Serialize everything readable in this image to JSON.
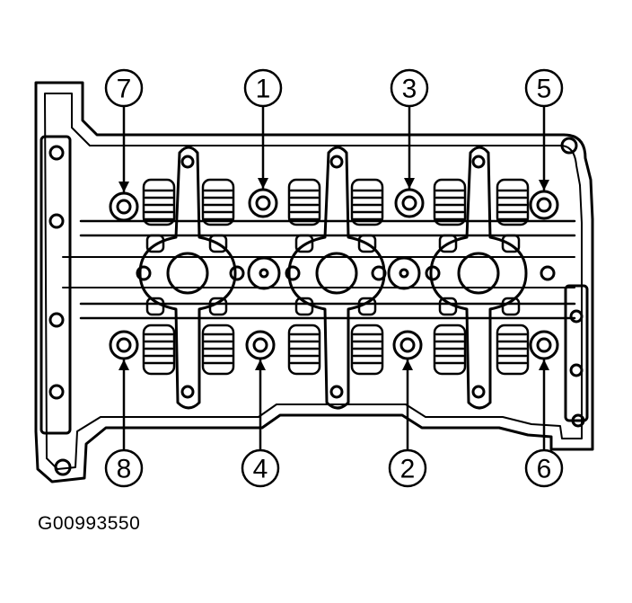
{
  "figure": {
    "reference_code": "G00993550",
    "callouts": [
      {
        "id": "bolt-1",
        "label": "1"
      },
      {
        "id": "bolt-2",
        "label": "2"
      },
      {
        "id": "bolt-3",
        "label": "3"
      },
      {
        "id": "bolt-4",
        "label": "4"
      },
      {
        "id": "bolt-5",
        "label": "5"
      },
      {
        "id": "bolt-6",
        "label": "6"
      },
      {
        "id": "bolt-7",
        "label": "7"
      },
      {
        "id": "bolt-8",
        "label": "8"
      }
    ]
  },
  "colors": {
    "ink": "#000000",
    "paper": "#ffffff"
  }
}
